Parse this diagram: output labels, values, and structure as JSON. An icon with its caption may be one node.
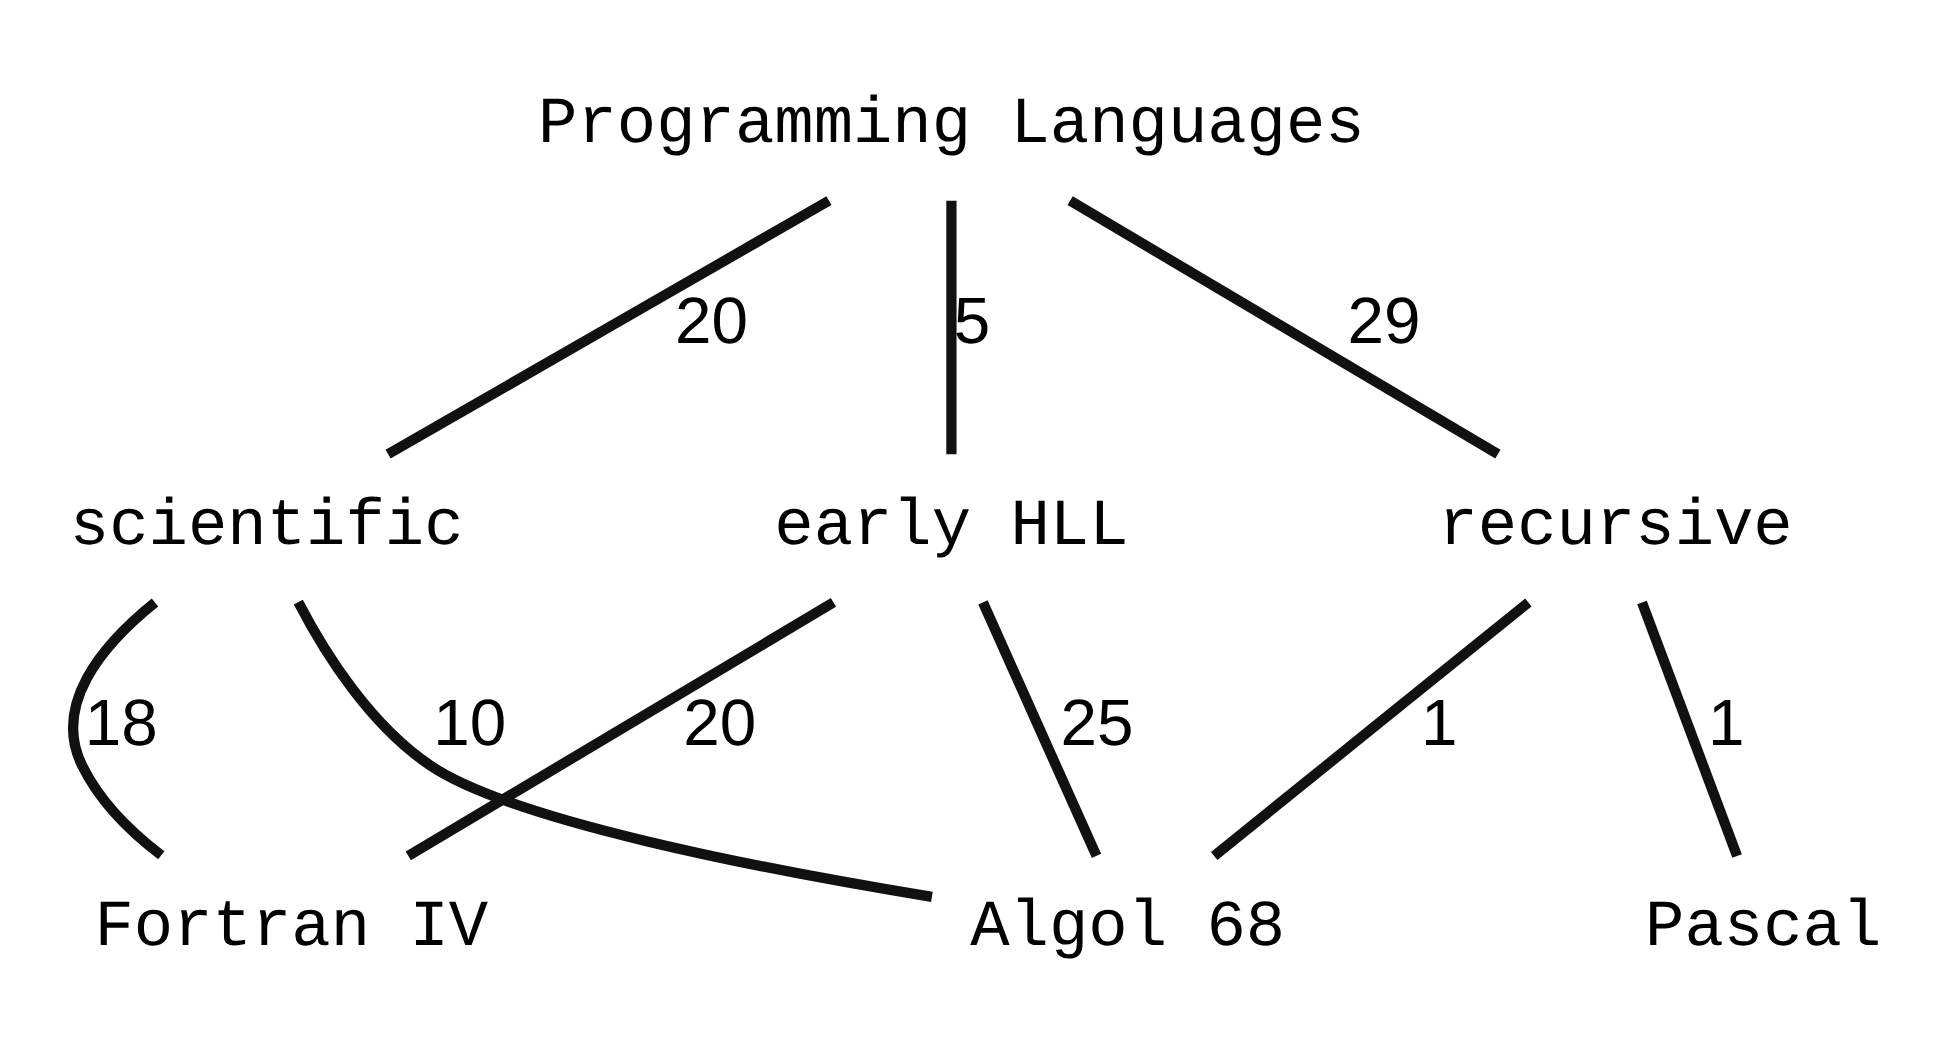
{
  "diagram": {
    "nodes": [
      {
        "text": [
          "Programming Languages"
        ]
      },
      {
        "text": [
          "early HLL"
        ]
      },
      {
        "text": [
          "scientific"
        ]
      },
      {
        "text": [
          "recursive"
        ]
      },
      {
        "text": [
          "Algol 68"
        ]
      },
      {
        "text": [
          "Pascal"
        ]
      },
      {
        "text": [
          "Fortran IV"
        ]
      }
    ],
    "edges": [
      {
        "from": 0,
        "to": 2,
        "arrow": "none",
        "label": "20"
      },
      {
        "from": 0,
        "to": 3,
        "arrow": "none",
        "label": "29"
      },
      {
        "from": 0,
        "to": 1,
        "arrow": "none",
        "label": "5"
      },
      {
        "from": 1,
        "to": 4,
        "arrow": "none",
        "label": "25"
      },
      {
        "from": 1,
        "to": 6,
        "arrow": "none",
        "label": "20"
      },
      {
        "from": 2,
        "to": 4,
        "arrow": "none",
        "label": "10"
      },
      {
        "from": 2,
        "to": 6,
        "arrow": "none",
        "label": "18"
      },
      {
        "from": 3,
        "to": 4,
        "arrow": "none",
        "label": "1"
      },
      {
        "from": 3,
        "to": 5,
        "arrow": "none",
        "label": "1"
      }
    ]
  }
}
